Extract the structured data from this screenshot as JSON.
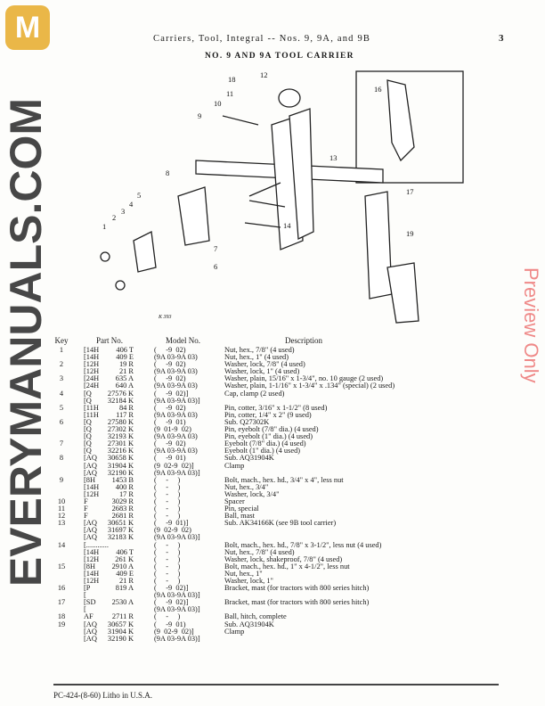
{
  "header": {
    "title": "Carriers, Tool, Integral -- Nos. 9, 9A, and 9B",
    "page_number": "3"
  },
  "subtitle": "NO. 9 AND 9A TOOL CARRIER",
  "diagram": {
    "figure_tag": "K 393",
    "callouts": [
      "1",
      "2",
      "3",
      "4",
      "5",
      "6",
      "7",
      "8",
      "9",
      "10",
      "11",
      "12",
      "13",
      "14",
      "16",
      "17",
      "18",
      "19"
    ]
  },
  "table": {
    "headers": {
      "key": "Key",
      "part": "Part No.",
      "model": "Model No.",
      "desc": "Description"
    },
    "rows": [
      [
        "1",
        "[14H",
        "406 T",
        "(     -9  02)",
        "Nut, hex., 7/8\" (4 used)"
      ],
      [
        "",
        "[14H",
        "409 E",
        "(9A 03-9A 03)",
        "Nut, hex., 1\" (4 used)"
      ],
      [
        "2",
        "[12H",
        "19 R",
        "(     -9  02)",
        "Washer, lock, 7/8\" (4 used)"
      ],
      [
        "",
        "[12H",
        "21 R",
        "(9A 03-9A 03)",
        "Washer, lock, 1\" (4 used)"
      ],
      [
        "3",
        "[24H",
        "635 A",
        "(     -9  02)",
        "Washer, plain, 15/16\" x 1-3/4\", no. 10 gauge (2 used)"
      ],
      [
        "",
        "[24H",
        "640 A",
        "(9A 03-9A 03)",
        "Washer, plain, 1-1/16\" x 1-3/4\" x .134\" (special) (2 used)"
      ],
      [
        "4",
        "[Q",
        "27576 K",
        "(     -9  02)]",
        "Cap, clamp (2 used)"
      ],
      [
        "",
        "[Q",
        "32184 K",
        "(9A 03-9A 03)]",
        ""
      ],
      [
        "5",
        "[11H",
        "84 R",
        "(     -9  02)",
        "Pin, cotter, 3/16\" x 1-1/2\" (8 used)"
      ],
      [
        "",
        "[11H",
        "117 R",
        "(9A 03-9A 03)",
        "Pin, cotter, 1/4\" x 2\" (9 used)"
      ],
      [
        "6",
        "[Q",
        "27580 K",
        "(     -9  01)",
        "Sub. Q27302K"
      ],
      [
        "",
        "[Q",
        "27302 K",
        "(9  01-9  02)",
        "Pin, eyebolt (7/8\" dia.) (4 used)"
      ],
      [
        "",
        "[Q",
        "32193 K",
        "(9A 03-9A 03)",
        "Pin, eyebolt (1\" dia.) (4 used)"
      ],
      [
        "7",
        "[Q",
        "27301 K",
        "(     -9  02)",
        "Eyebolt (7/8\" dia.) (4 used)"
      ],
      [
        "",
        "[Q",
        "32216 K",
        "(9A 03-9A 03)",
        "Eyebolt (1\" dia.) (4 used)"
      ],
      [
        "8",
        "[AQ",
        "30658 K",
        "(     -9  01)",
        "Sub. AQ31904K"
      ],
      [
        "",
        "[AQ",
        "31904 K",
        "(9  02-9  02)]",
        "Clamp"
      ],
      [
        "",
        "[AQ",
        "32190 K",
        "(9A 03-9A 03)]",
        ""
      ],
      [
        "9",
        "[8H",
        "1453 B",
        "(     -     )",
        "Bolt, mach., hex. hd., 3/4\" x 4\", less nut"
      ],
      [
        "",
        "[14H",
        "400 R",
        "(     -     )",
        "Nut, hex., 3/4\""
      ],
      [
        "",
        "[12H",
        "17 R",
        "(     -     )",
        "Washer, lock, 3/4\""
      ],
      [
        "10",
        "F",
        "3029 R",
        "(     -     )",
        "Spacer"
      ],
      [
        "11",
        "F",
        "2683 R",
        "(     -     )",
        "Pin, special"
      ],
      [
        "12",
        "F",
        "2681 R",
        "(     -     )",
        "Ball, mast"
      ],
      [
        "13",
        "[AQ",
        "30651 K",
        "(     -9  01)]",
        "Sub. AK34166K (see 9B tool carrier)"
      ],
      [
        "",
        "[AQ",
        "31697 K",
        "(9  02-9  02)",
        ""
      ],
      [
        "",
        "[AQ",
        "32183 K",
        "(9A 03-9A 03)]",
        ""
      ],
      [
        "14",
        "[............",
        "",
        "(     -     )",
        "Bolt, mach., hex. hd., 7/8\" x 3-1/2\", less nut (4 used)"
      ],
      [
        "",
        "[14H",
        "406 T",
        "(     -     )",
        "Nut, hex., 7/8\" (4 used)"
      ],
      [
        "",
        "[12H",
        "261 K",
        "(     -     )",
        "Washer, lock, shakeproof, 7/8\" (4 used)"
      ],
      [
        "15",
        "[8H",
        "2910 A",
        "(     -     )",
        "Bolt, mach., hex. hd., 1\" x 4-1/2\", less nut"
      ],
      [
        "",
        "[14H",
        "409 E",
        "(     -     )",
        "Nut, hex., 1\""
      ],
      [
        "",
        "[12H",
        "21 R",
        "(     -     )",
        "Washer, lock, 1\""
      ],
      [
        "16",
        "[P",
        "819 A",
        "(     -9  02)]",
        "Bracket, mast (for tractors with 800 series hitch)"
      ],
      [
        "",
        "[",
        "",
        "(9A 03-9A 03)]",
        ""
      ],
      [
        "17",
        "[SD",
        "2530 A",
        "(     -9  02)]",
        "Bracket, mast (for tractors with 800 series hitch)"
      ],
      [
        "",
        "[",
        "",
        "(9A 03-9A 03)]",
        ""
      ],
      [
        "18",
        "AF",
        "2711 R",
        "(     -     )",
        "Ball, hitch, complete"
      ],
      [
        "19",
        "[AQ",
        "30657 K",
        "(     -9  01)",
        "Sub. AQ31904K"
      ],
      [
        "",
        "[AQ",
        "31904 K",
        "(9  02-9  02)]",
        "Clamp"
      ],
      [
        "",
        "[AQ",
        "32190 K",
        "(9A 03-9A 03)]",
        ""
      ]
    ]
  },
  "footer": "PC-424-(8-60)   Litho in U.S.A.",
  "watermark": {
    "main": "EVERYMANUALS.COM",
    "preview": "Preview Only",
    "logo_letter": "M"
  }
}
